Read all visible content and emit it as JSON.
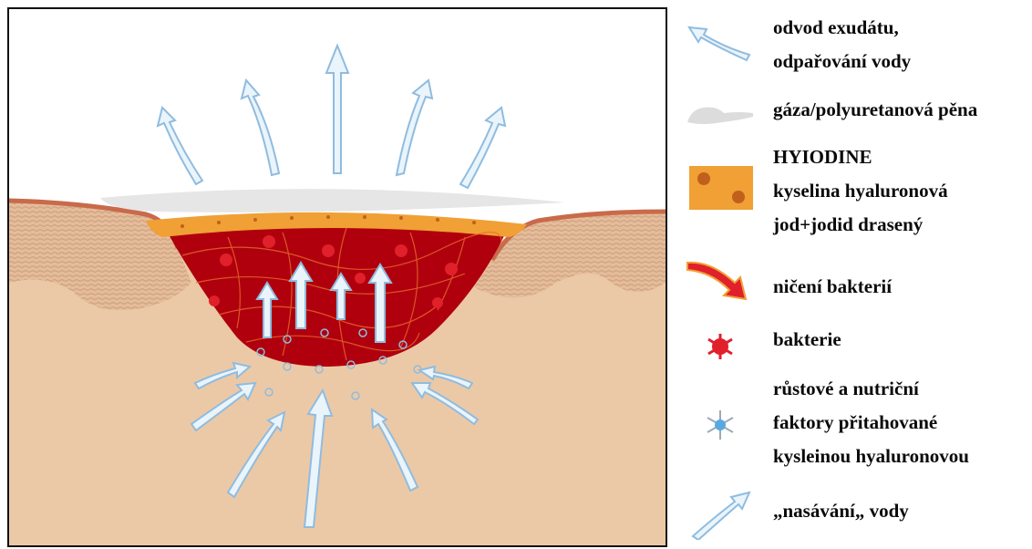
{
  "colors": {
    "skin": "#ecc9a6",
    "skin_surface": "#c96a4a",
    "wound": "#b0000e",
    "gel": "#f0a034",
    "gauze": "#e6e6e6",
    "arrow_fill": "#eaf4fb",
    "arrow_stroke": "#8fbcdf",
    "bacteria": "#e0202a"
  },
  "legend": {
    "items": [
      {
        "icon": "outgoing-arrow-icon",
        "lines": [
          "odvod exudátu,",
          "odpařování vody"
        ]
      },
      {
        "icon": "gauze-icon",
        "lines": [
          "gáza/polyuretanová pěna"
        ]
      },
      {
        "icon": "hyiodine-gel-icon",
        "lines": [
          "HYIODINE",
          "kyselina hyaluronová",
          "jod+jodid drasený"
        ]
      },
      {
        "icon": "red-arrow-icon",
        "lines": [
          "ničení bakterií"
        ]
      },
      {
        "icon": "bacterium-icon",
        "lines": [
          "bakterie"
        ]
      },
      {
        "icon": "growth-factor-icon",
        "lines": [
          "růstové a nutriční",
          "faktory přitahované",
          "kysleinou hyaluronovou"
        ]
      },
      {
        "icon": "incoming-arrow-icon",
        "lines": [
          "„nasávání„ vody"
        ]
      }
    ]
  }
}
